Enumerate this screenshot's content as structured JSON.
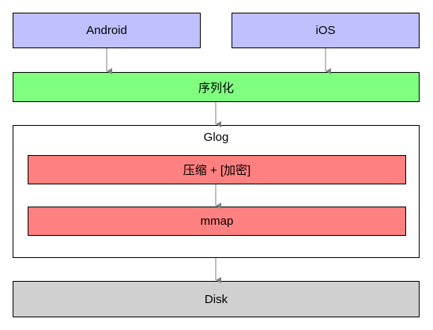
{
  "colors": {
    "platform": "#c0c0ff",
    "serialize": "#80ff80",
    "glog": "#ffffff",
    "inner": "#ff8080",
    "disk": "#d0d0d0",
    "arrow": "#808080"
  },
  "nodes": {
    "android": "Android",
    "ios": "iOS",
    "serialize": "序列化",
    "glog": "Glog",
    "compress": "压缩 + [加密]",
    "mmap": "mmap",
    "disk": "Disk"
  }
}
